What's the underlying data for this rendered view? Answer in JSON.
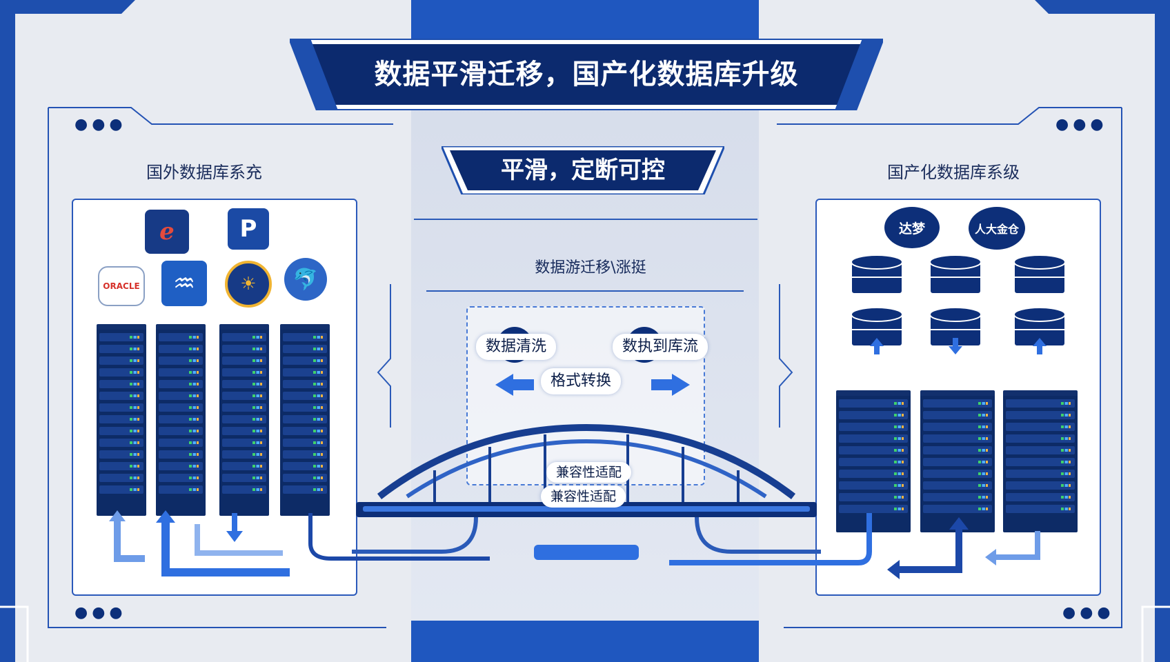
{
  "title": "数据平滑迁移，国产化数据库升级",
  "subtitle": "平滑，定断可控",
  "left_panel": {
    "label": "国外数据库系充",
    "logos": [
      {
        "name": "oracle",
        "text": "ORACLE"
      }
    ]
  },
  "right_panel": {
    "label": "国产化数据库系级",
    "bubbles": [
      "达梦",
      "人大金仓"
    ]
  },
  "center": {
    "heading": "数据游迁移\\涨挺",
    "steps": [
      "数据清洗",
      "数执到库流",
      "格式转换",
      "兼容性适配",
      "兼容性适配"
    ]
  },
  "colors": {
    "brand": "#0c2a6e",
    "accent": "#2f6fe0",
    "frame": "#1e4fae"
  }
}
